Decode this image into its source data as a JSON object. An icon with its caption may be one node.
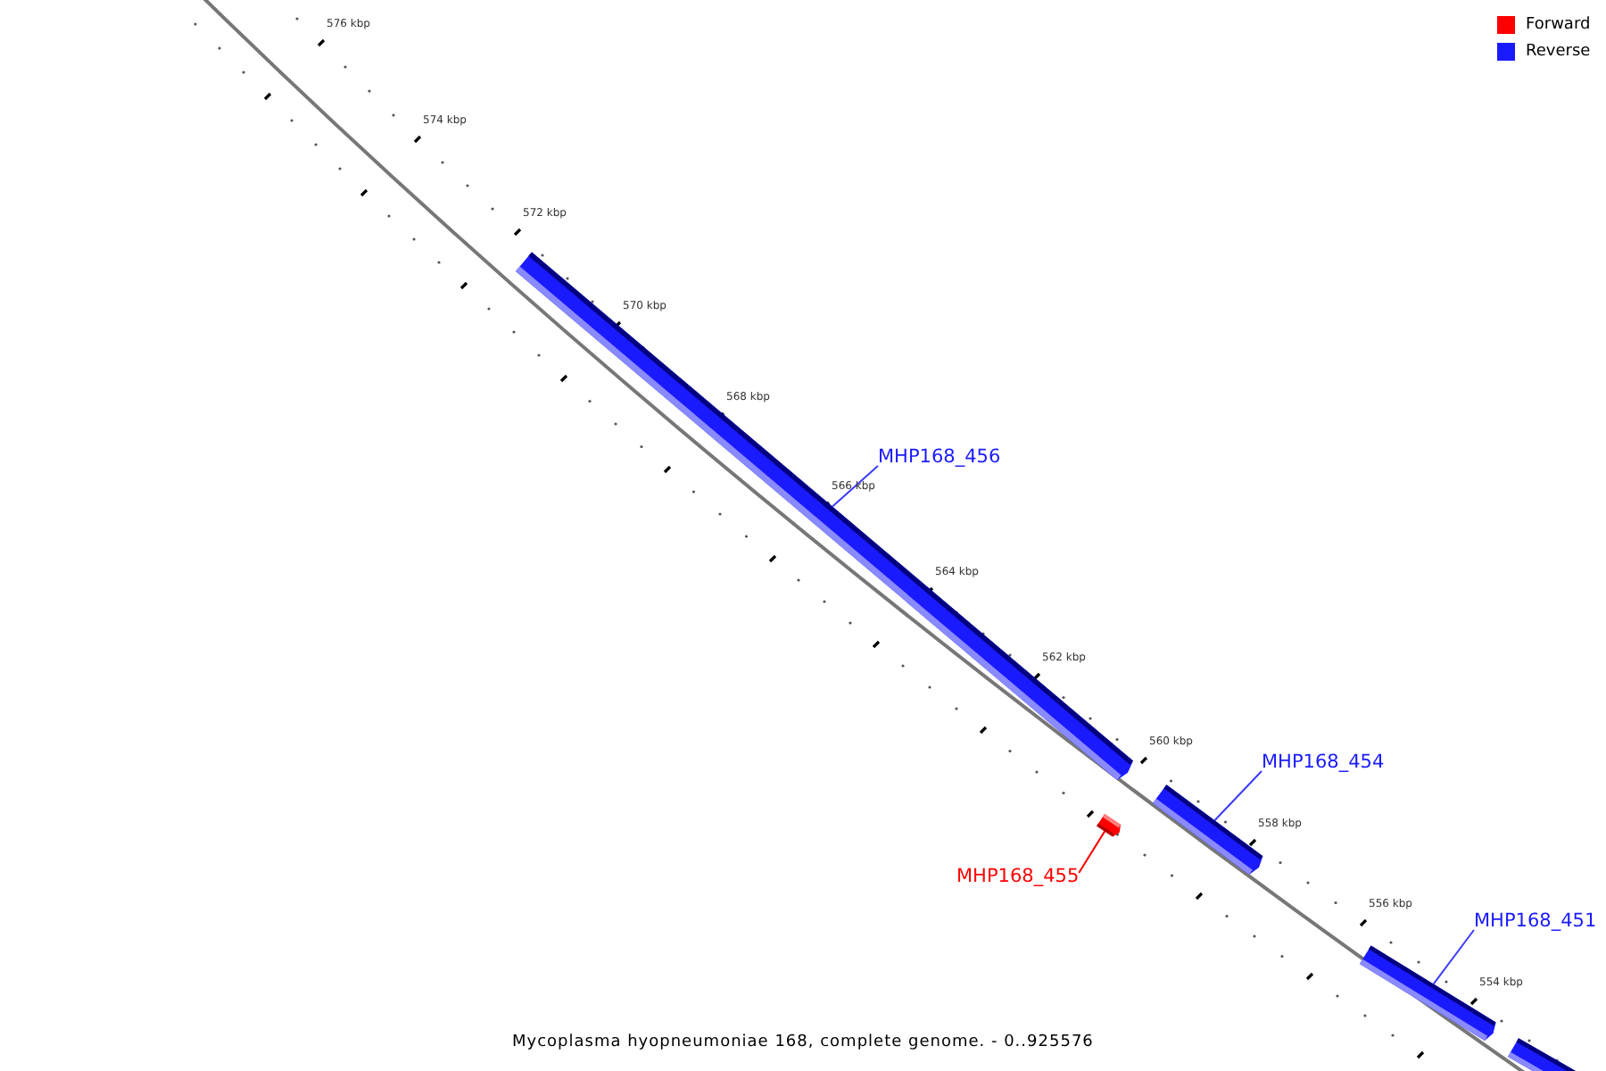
{
  "diagram": {
    "caption": "Mycoplasma hyopneumoniae 168, complete genome. - 0..925576",
    "nodes": [
      {
        "text": [
          "MHP168_456"
        ]
      },
      {
        "text": [],
        "shape": "bar"
      },
      {
        "text": [
          "MHP168_454"
        ]
      },
      {
        "text": [],
        "shape": "bar"
      },
      {
        "text": [
          "MHP168_455"
        ]
      },
      {
        "text": [],
        "shape": "bar"
      },
      {
        "text": [
          "MHP168_451"
        ]
      },
      {
        "text": [],
        "shape": "bar"
      },
      {
        "text": [],
        "shape": "bar"
      }
    ],
    "edges": [
      {
        "from": 0,
        "to": 1,
        "arrow": "none"
      },
      {
        "from": 2,
        "to": 3,
        "arrow": "none"
      },
      {
        "from": 4,
        "to": 5,
        "arrow": "none",
        "color": "#ff0000"
      },
      {
        "from": 6,
        "to": 7,
        "arrow": "none"
      }
    ],
    "labels": [
      "576 kbp",
      "574 kbp",
      "572 kbp",
      "570 kbp",
      "568 kbp",
      "566 kbp",
      "564 kbp",
      "562 kbp",
      "560 kbp",
      "558 kbp",
      "556 kbp",
      "554 kbp"
    ],
    "legend": [
      {
        "text": "Forward",
        "color": "#ff0000"
      },
      {
        "text": "Reverse",
        "color": "#1a1aff"
      }
    ]
  }
}
